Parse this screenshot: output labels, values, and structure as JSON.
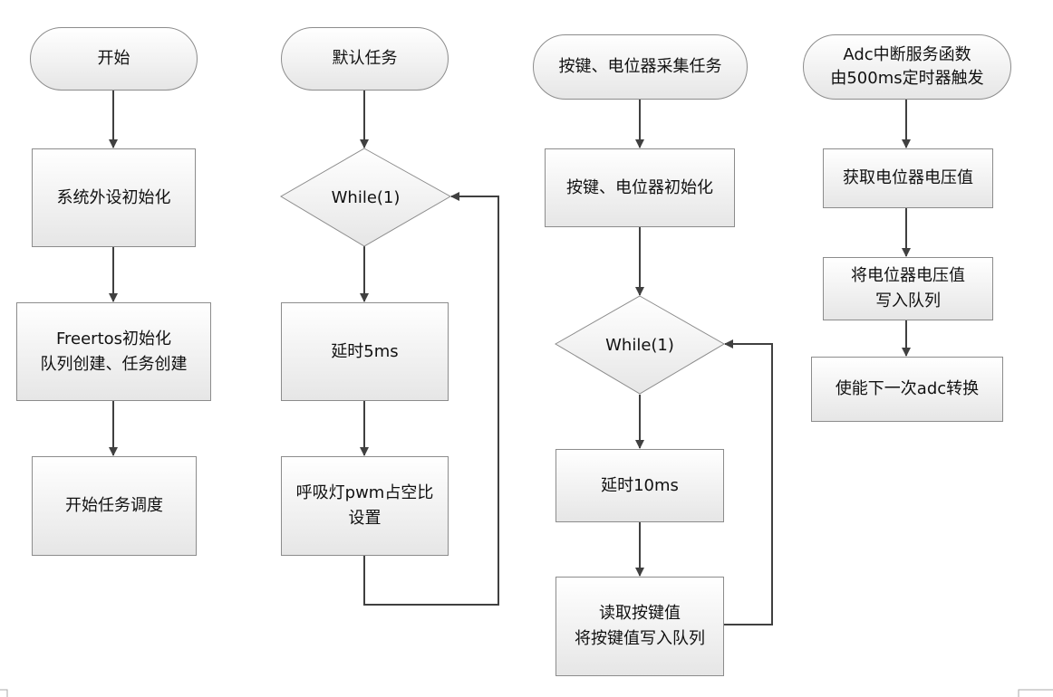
{
  "colors": {
    "line": "#404040",
    "box_border": "#8c8c8c",
    "fill_top": "#ffffff",
    "fill_bottom": "#e6e6e6"
  },
  "col1": {
    "start": "开始",
    "init": "系统外设初始化",
    "freertos": "Freertos初始化\n队列创建、任务创建",
    "schedule": "开始任务调度"
  },
  "col2": {
    "start": "默认任务",
    "loop": "While(1)",
    "delay": "延时5ms",
    "pwm": "呼吸灯pwm占空比\n设置"
  },
  "col3": {
    "start": "按键、电位器采集任务",
    "init": "按键、电位器初始化",
    "loop": "While(1)",
    "delay": "延时10ms",
    "read": "读取按键值\n将按键值写入队列"
  },
  "col4": {
    "start": "Adc中断服务函数\n由500ms定时器触发",
    "get": "获取电位器电压值",
    "write": "将电位器电压值\n写入队列",
    "enable": "使能下一次adc转换"
  }
}
